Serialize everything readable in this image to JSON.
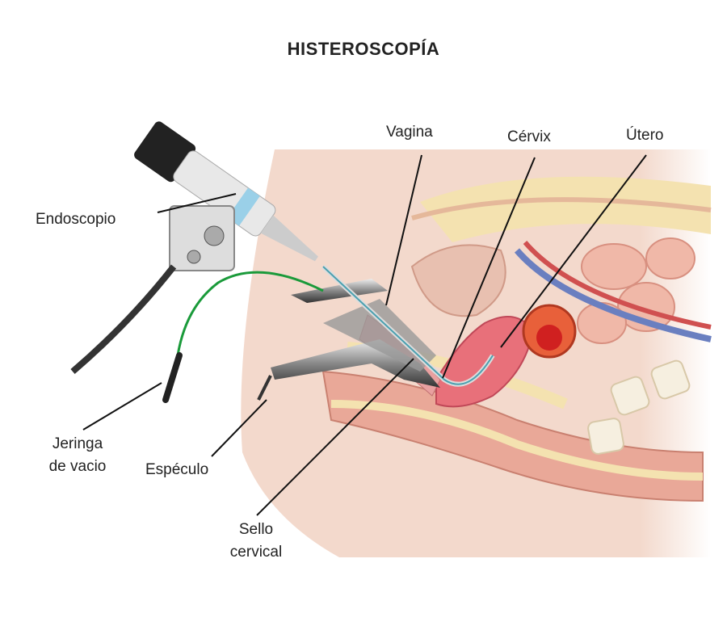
{
  "title": "HISTEROSCOPÍA",
  "labels": {
    "vagina": "Vagina",
    "cervix": "Cérvix",
    "utero": "Útero",
    "endoscopio": "Endoscopio",
    "jeringa_line1": "Jeringa",
    "jeringa_line2": "de vacio",
    "especulo": "Espéculo",
    "sello_line1": "Sello",
    "sello_line2": "cervical"
  },
  "colors": {
    "skin": "#f3d9cc",
    "tissue": "#e9a898",
    "uterus": "#e8707a",
    "fat": "#f4e2b0",
    "tube": "#1a9a3a"
  }
}
